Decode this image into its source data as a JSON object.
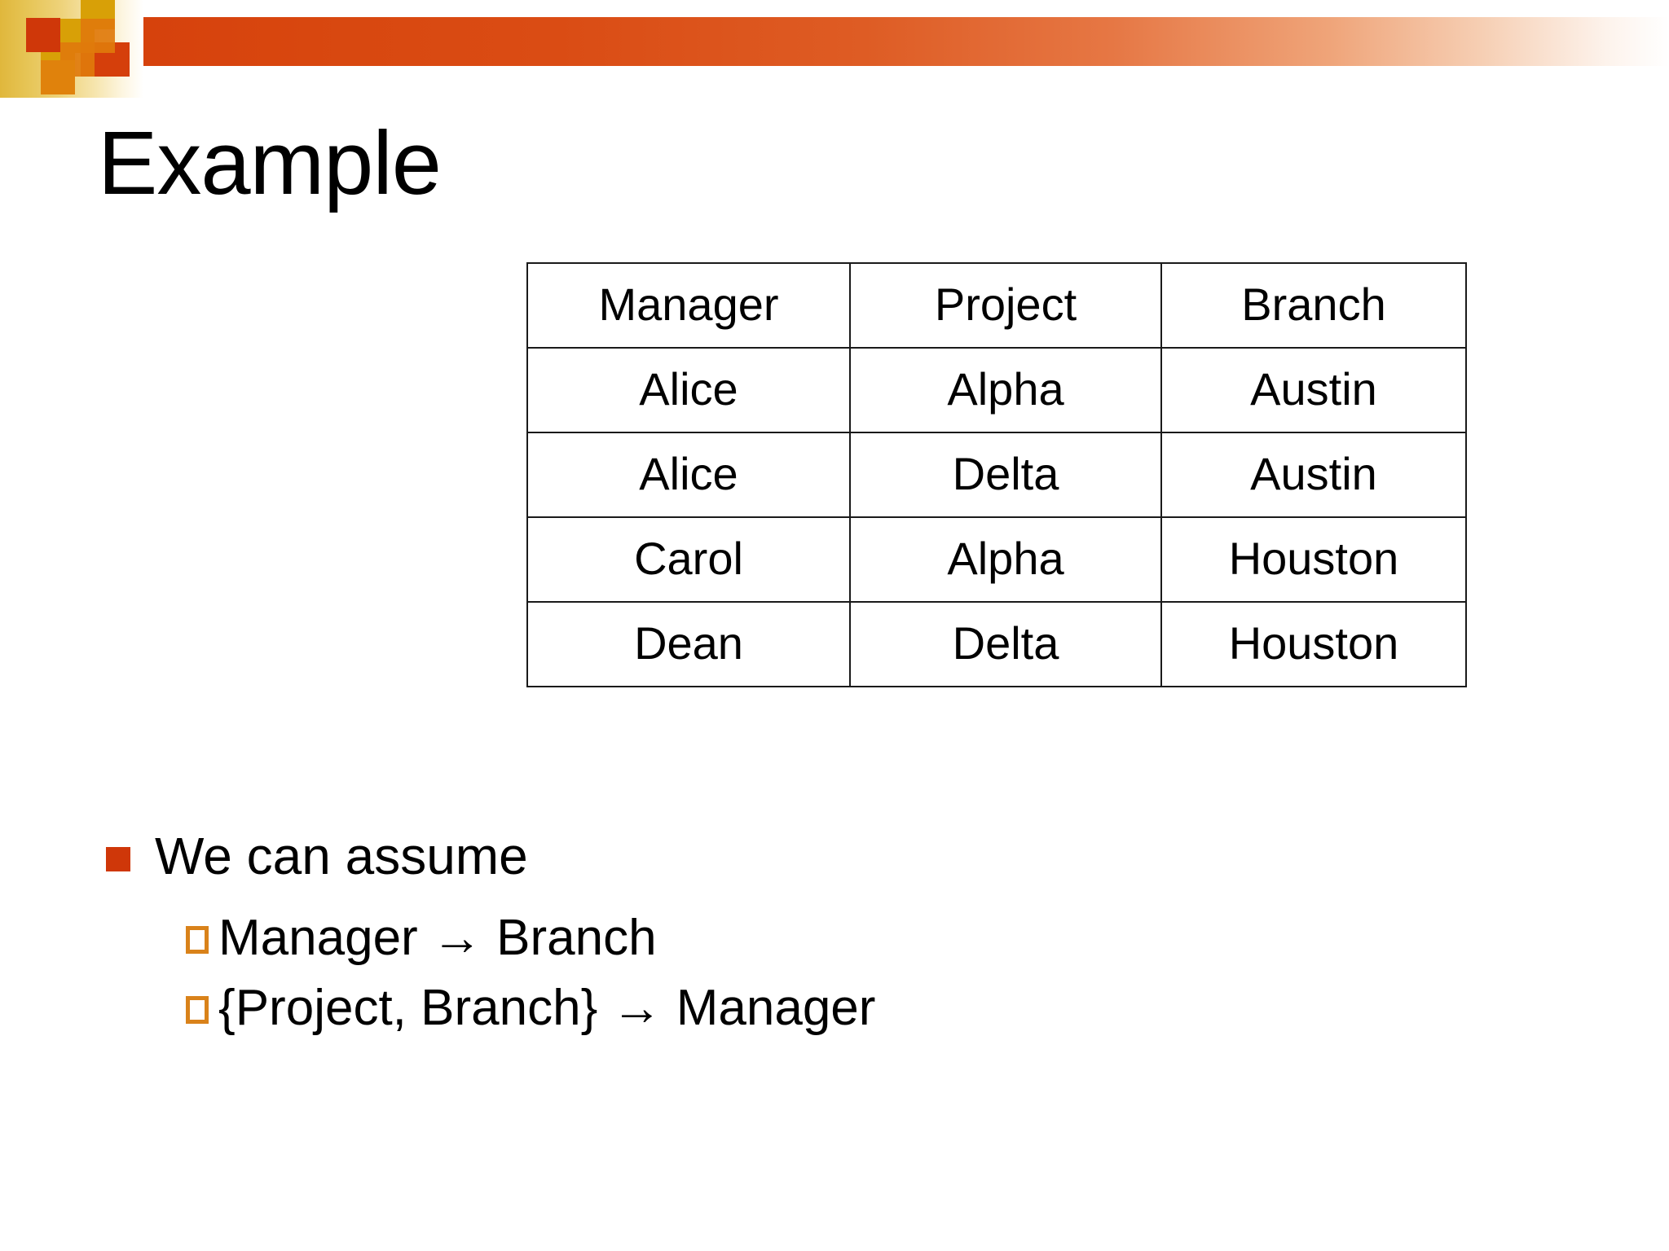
{
  "slide": {
    "title": "Example"
  },
  "decoration": {
    "band_color": "#d6410c",
    "accent_gold": "#d8a007",
    "accent_orange": "#e07a0c",
    "accent_red": "#cf3709"
  },
  "table": {
    "columns": [
      "Manager",
      "Project",
      "Branch"
    ],
    "rows": [
      [
        "Alice",
        "Alpha",
        "Austin"
      ],
      [
        "Alice",
        "Delta",
        "Austin"
      ],
      [
        "Carol",
        "Alpha",
        "Houston"
      ],
      [
        "Dean",
        "Delta",
        "Houston"
      ]
    ]
  },
  "bullets": {
    "level1": "We can assume",
    "level2": [
      "Manager → Branch",
      "{Project, Branch} → Manager"
    ],
    "marker_solid_color": "#cf3709",
    "marker_hollow_color": "#d9821a"
  }
}
